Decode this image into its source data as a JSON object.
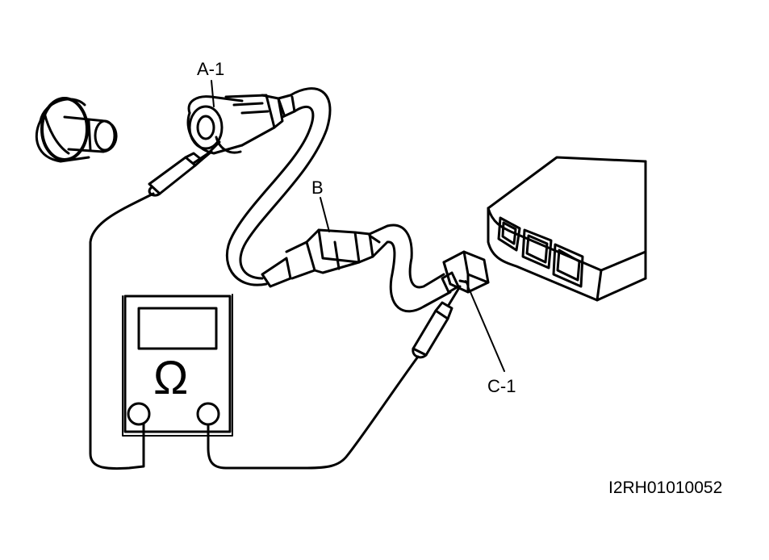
{
  "labels": {
    "a1": "A-1",
    "b": "B",
    "c1": "C-1",
    "meter_symbol": "Ω"
  },
  "figure_code": "I2RH01010052",
  "colors": {
    "ink": "#000000",
    "paper": "#ffffff"
  }
}
